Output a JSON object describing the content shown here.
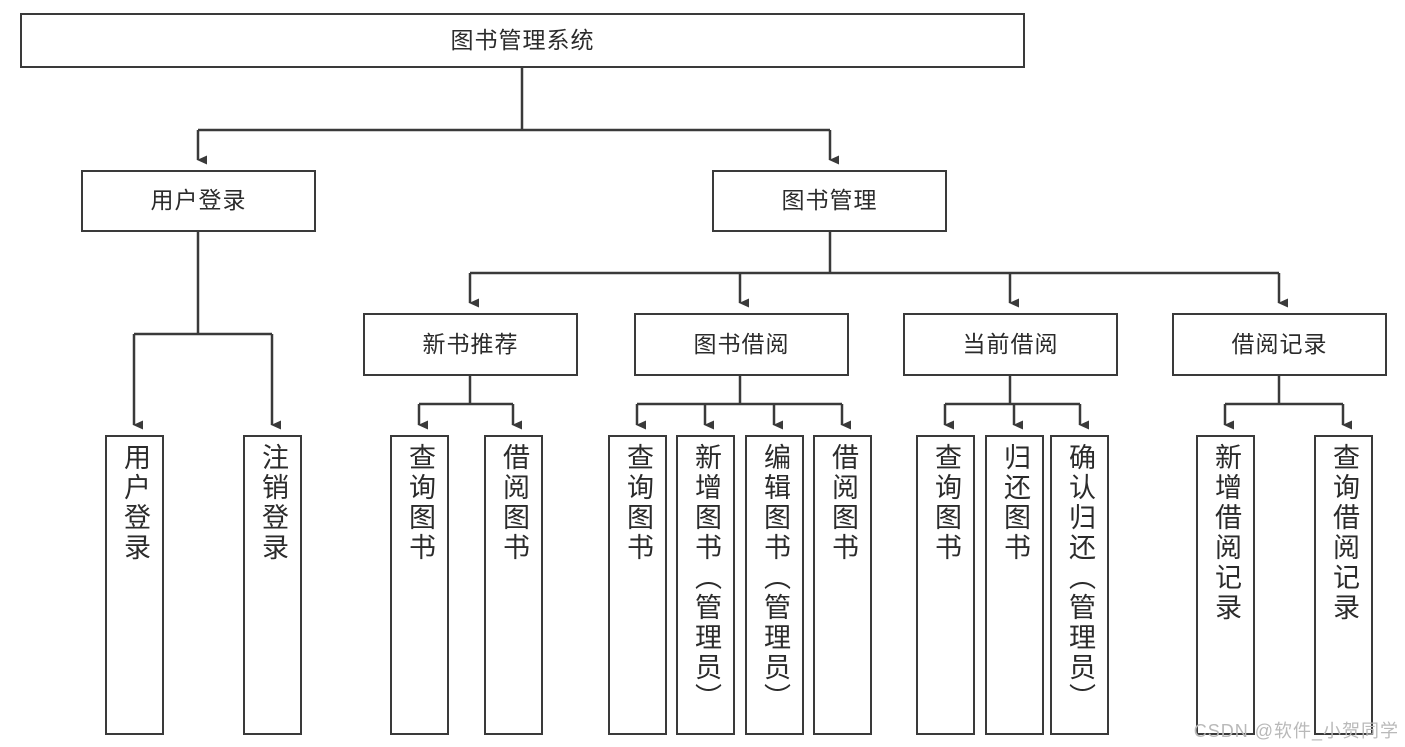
{
  "diagram": {
    "type": "tree-hierarchy-chart",
    "title": "图书管理系统",
    "watermark": "CSDN @软件_小贺同学",
    "colors": {
      "box_border": "#3a3a3a",
      "box_fill": "#ffffff",
      "connector": "#3a3a3a",
      "text": "#2b2b2b",
      "watermark": "#b9b9b9"
    },
    "root": {
      "label": "图书管理系统"
    },
    "level2": [
      {
        "label": "用户登录"
      },
      {
        "label": "图书管理"
      }
    ],
    "level3": [
      {
        "label": "新书推荐"
      },
      {
        "label": "图书借阅"
      },
      {
        "label": "当前借阅"
      },
      {
        "label": "借阅记录"
      }
    ],
    "leaves": {
      "user_login": [
        {
          "label": "用户登录"
        },
        {
          "label": "注销登录"
        }
      ],
      "new_book": [
        {
          "label": "查询图书"
        },
        {
          "label": "借阅图书"
        }
      ],
      "book_borrow": [
        {
          "label": "查询图书"
        },
        {
          "label": "新增图书（管理员）"
        },
        {
          "label": "编辑图书（管理员）"
        },
        {
          "label": "借阅图书"
        }
      ],
      "current_borrow": [
        {
          "label": "查询图书"
        },
        {
          "label": "归还图书"
        },
        {
          "label": "确认归还（管理员）"
        }
      ],
      "borrow_record": [
        {
          "label": "新增借阅记录"
        },
        {
          "label": "查询借阅记录"
        }
      ]
    }
  }
}
